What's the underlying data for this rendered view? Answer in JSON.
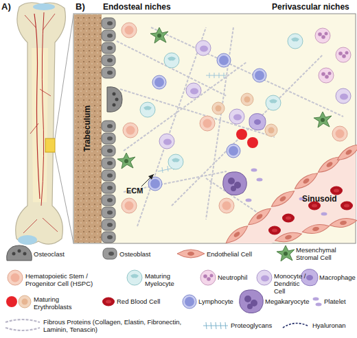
{
  "diagram": {
    "labels": [
      "A)",
      "B)",
      "Endosteal niches",
      "Perivascular niches",
      "Trabeculum",
      "ECM",
      "Sinusoid"
    ],
    "legend": [
      {
        "text": "Osteoclast"
      },
      {
        "text": "Osteoblast"
      },
      {
        "text": "Endothelial Cell"
      },
      {
        "text": "Mesenchymal Stromal Cell"
      },
      {
        "text": "Hematopoietic Stem / Progenitor Cell (HSPC)"
      },
      {
        "text": "Maturing Myelocyte"
      },
      {
        "text": "Neutrophil"
      },
      {
        "text": "Monocyte / Dendritic Cell"
      },
      {
        "text": "Macrophage"
      },
      {
        "text": "Maturing Erythroblasts"
      },
      {
        "text": "Red Blood Cell"
      },
      {
        "text": "Lymphocyte"
      },
      {
        "text": "Megakaryocyte"
      },
      {
        "text": "Platelet"
      },
      {
        "text": "Fibrous Proteins (Collagen, Elastin, Fibronectin, Laminin, Tenascin)"
      },
      {
        "text": "Proteoglycans"
      },
      {
        "text": "Hyaluronan"
      }
    ]
  }
}
